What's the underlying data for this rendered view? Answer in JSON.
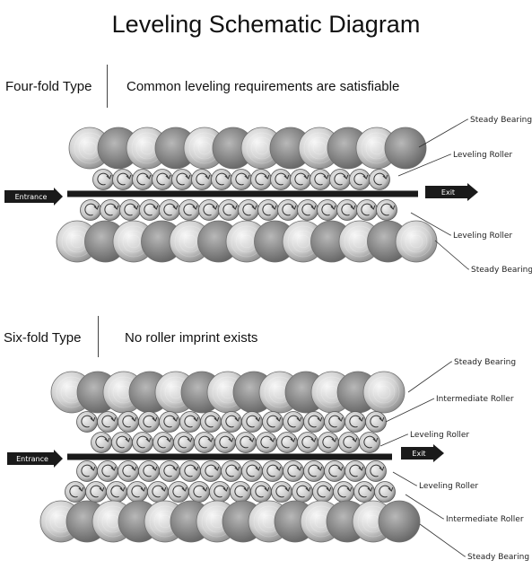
{
  "title": "Leveling Schematic Diagram",
  "colors": {
    "roller_light": "#e6e6e6",
    "roller_dark": "#8e8e8e",
    "strip": "#1a1a1a",
    "arrow": "#1a1a1a"
  },
  "sections": [
    {
      "type_name": "Four-fold Type",
      "description": "Common leveling requirements are satisfiable",
      "entrance": "Entrance",
      "exit": "Exit",
      "labels": {
        "top_bearing": "Steady Bearing",
        "top_roller": "Leveling Roller",
        "bottom_roller": "Leveling Roller",
        "bottom_bearing": "Steady Bearing"
      }
    },
    {
      "type_name": "Six-fold Type",
      "description": "No roller imprint exists",
      "entrance": "Entrance",
      "exit": "Exit",
      "labels": {
        "top_bearing": "Steady Bearing",
        "top_intermediate": "Intermediate Roller",
        "top_roller": "Leveling Roller",
        "bottom_roller": "Leveling Roller",
        "bottom_intermediate": "Intermediate Roller",
        "bottom_bearing": "Steady Bearing"
      }
    }
  ]
}
